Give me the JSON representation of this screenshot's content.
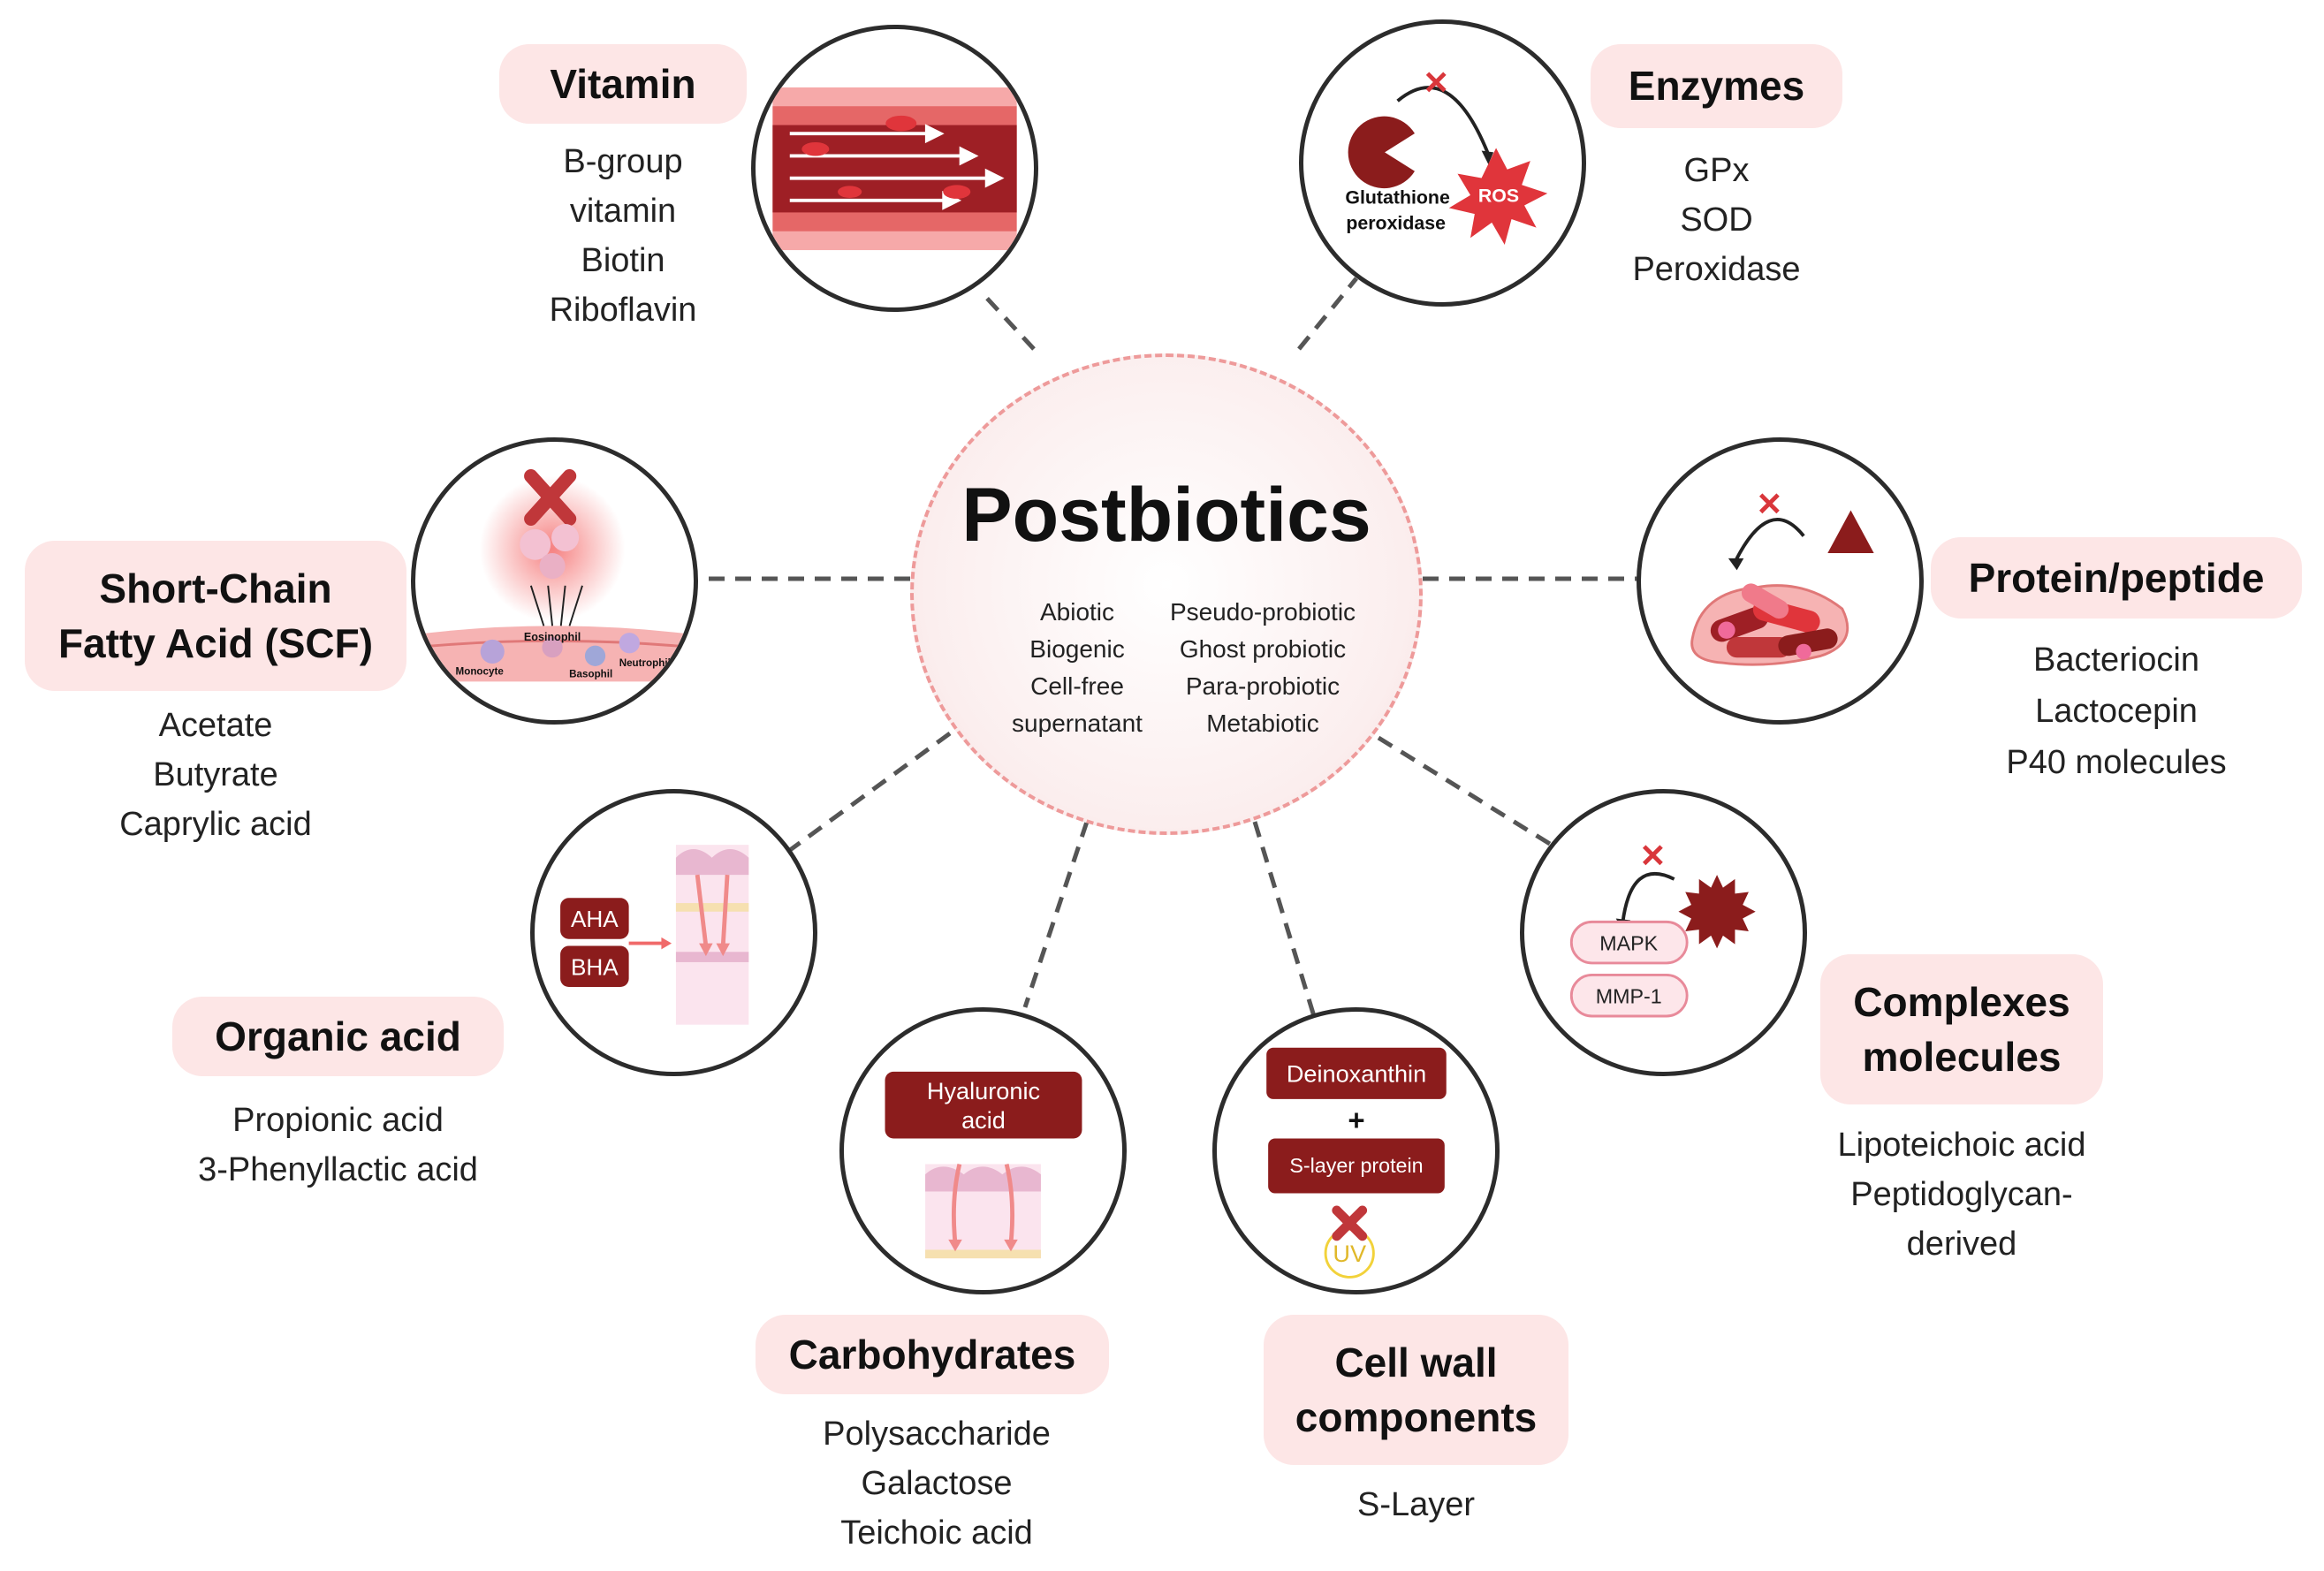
{
  "center": {
    "title": "Postbiotics",
    "left_terms": [
      "Abiotic",
      "Biogenic",
      "Cell-free",
      "supernatant"
    ],
    "right_terms": [
      "Pseudo-probiotic",
      "Ghost probiotic",
      "Para-probiotic",
      "Metabiotic"
    ]
  },
  "categories": {
    "vitamin": {
      "label": "Vitamin",
      "items": [
        "B-group",
        "vitamin",
        "Biotin",
        "Riboflavin"
      ]
    },
    "enzymes": {
      "label": "Enzymes",
      "items": [
        "GPx",
        "SOD",
        "Peroxidase"
      ],
      "icon_text": {
        "glutathione": "Glutathione",
        "peroxidase": "peroxidase",
        "ros": "ROS"
      }
    },
    "scfa": {
      "label_line1": "Short-Chain",
      "label_line2": "Fatty Acid (SCF)",
      "items": [
        "Acetate",
        "Butyrate",
        "Caprylic acid"
      ],
      "icon_text": {
        "eosinophil": "Eosinophil",
        "monocyte": "Monocyte",
        "basophil": "Basophil",
        "neutrophil": "Neutrophil"
      }
    },
    "protein": {
      "label": "Protein/peptide",
      "items": [
        "Bacteriocin",
        "Lactocepin",
        "P40 molecules"
      ]
    },
    "organic": {
      "label": "Organic acid",
      "items": [
        "Propionic acid",
        "3-Phenyllactic acid"
      ],
      "icon_text": {
        "aha": "AHA",
        "bha": "BHA"
      }
    },
    "complexes": {
      "label_line1": "Complexes",
      "label_line2": "molecules",
      "items": [
        "Lipoteichoic acid",
        "Peptidoglycan-",
        "derived"
      ],
      "icon_text": {
        "mapk": "MAPK",
        "mmp": "MMP-1"
      }
    },
    "carbs": {
      "label": "Carbohydrates",
      "items": [
        "Polysaccharide",
        "Galactose",
        "Teichoic acid"
      ],
      "icon_text": {
        "line1": "Hyaluronic",
        "line2": "acid"
      }
    },
    "cellwall": {
      "label_line1": "Cell wall",
      "label_line2": "components",
      "items": [
        "S-Layer"
      ],
      "icon_text": {
        "deinoxanthin": "Deinoxanthin",
        "plus": "+",
        "slayer": "S-layer protein",
        "uv": "UV"
      }
    }
  },
  "colors": {
    "accent": "#8b1c1c",
    "label_bg": "#fde6e6",
    "center_border": "#ee9a9a",
    "red_x": "#c0373a"
  }
}
